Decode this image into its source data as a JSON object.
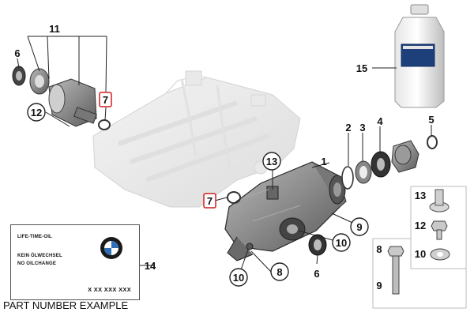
{
  "callouts": {
    "c1": "1",
    "c2": "2",
    "c3": "3",
    "c4": "4",
    "c5": "5",
    "c6a": "6",
    "c6b": "6",
    "c7a": "7",
    "c7b": "7",
    "c8a": "8",
    "c8b": "8",
    "c9a": "9",
    "c9b": "9",
    "c10a": "10",
    "c10b": "10",
    "c10c": "10",
    "c11": "11",
    "c12a": "12",
    "c12b": "12",
    "c13a": "13",
    "c13b": "13",
    "c14": "14",
    "c15": "15"
  },
  "label_card": {
    "line1": "LIFE-TIME-OIL",
    "line2": "KEIN ÖLWECHSEL",
    "line3": "NO OILCHANGE",
    "part_number": "X XX XXX XXX",
    "logo": "bmw-roundel-icon"
  },
  "footer_text": "PART NUMBER EXAMPLE",
  "colors": {
    "accent": "#d21f1f",
    "part_gray": "#9a9a9a"
  }
}
